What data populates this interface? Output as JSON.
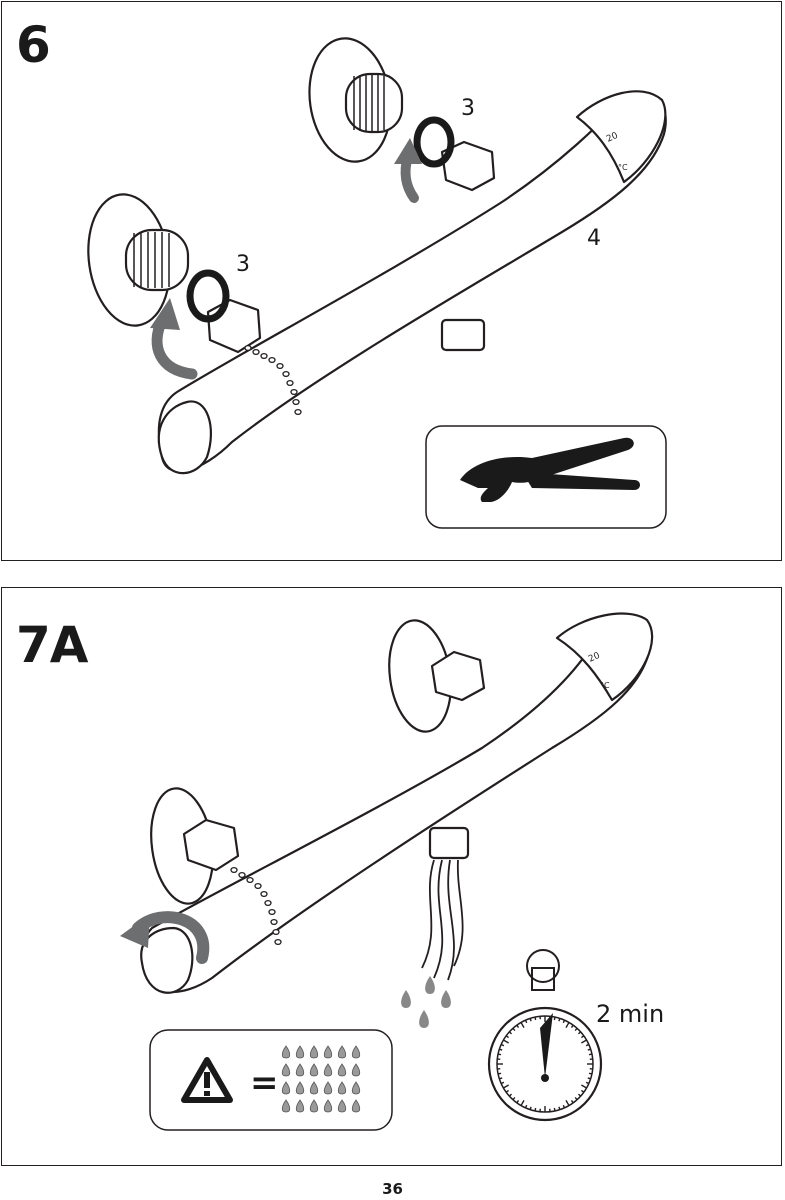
{
  "step6": {
    "number": "6",
    "gasket_callout_left": "3",
    "gasket_callout_right": "3",
    "mixer_callout": "4",
    "tool_icon": "pliers-icon"
  },
  "step7a": {
    "number": "7A",
    "duration": "2 min",
    "warning_icon": "warning-triangle-icon",
    "equals_sign": "=",
    "water_icon": "water-drops-icon",
    "timer_icon": "stopwatch-icon"
  },
  "page_number": "36",
  "colors": {
    "line": "#231f20",
    "arrow": "#6d6e70",
    "drop": "#9a9a9a"
  }
}
